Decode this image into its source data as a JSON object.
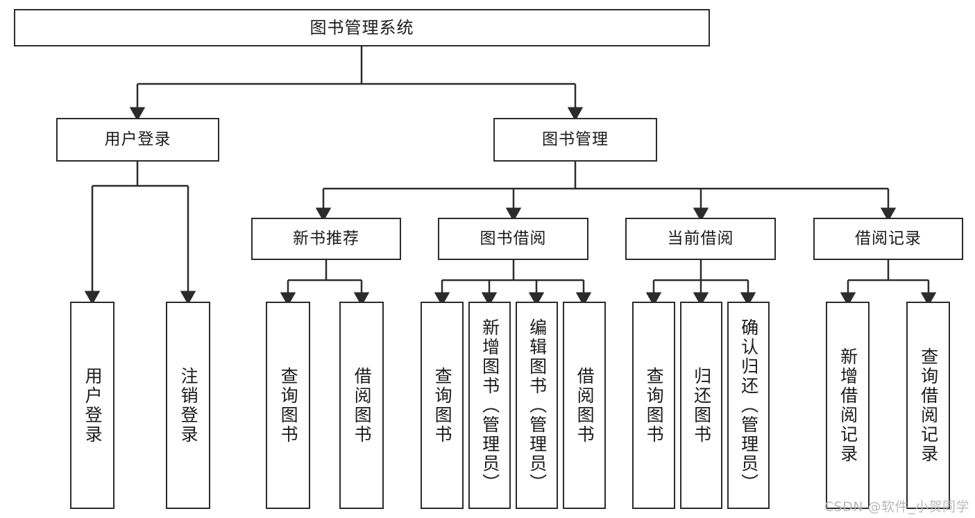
{
  "diagram": {
    "title": "图书管理系统",
    "type": "tree-hierarchy",
    "colors": {
      "stroke": "#2b2b2b",
      "fill": "#ffffff",
      "text": "#1a1a1a",
      "watermark": "#b9b9b9"
    },
    "root": {
      "label": "图书管理系统"
    },
    "level2": [
      {
        "id": "user-login",
        "label": "用户登录"
      },
      {
        "id": "book-management",
        "label": "图书管理"
      }
    ],
    "level3": [
      {
        "id": "new-book-recommend",
        "label": "新书推荐",
        "parent": "book-management"
      },
      {
        "id": "book-borrow",
        "label": "图书借阅",
        "parent": "book-management"
      },
      {
        "id": "current-borrow",
        "label": "当前借阅",
        "parent": "book-management"
      },
      {
        "id": "borrow-record",
        "label": "借阅记录",
        "parent": "book-management"
      }
    ],
    "leaves": [
      {
        "id": "leaf-user-login",
        "label": "用户登录",
        "parent": "user-login"
      },
      {
        "id": "leaf-logout",
        "label": "注销登录",
        "parent": "user-login"
      },
      {
        "id": "leaf-query-book-1",
        "label": "查询图书",
        "parent": "new-book-recommend"
      },
      {
        "id": "leaf-borrow-book-1",
        "label": "借阅图书",
        "parent": "new-book-recommend"
      },
      {
        "id": "leaf-query-book-2",
        "label": "查询图书",
        "parent": "book-borrow"
      },
      {
        "id": "leaf-add-book",
        "label": "新增图书（管理员）",
        "parent": "book-borrow"
      },
      {
        "id": "leaf-edit-book",
        "label": "编辑图书（管理员）",
        "parent": "book-borrow"
      },
      {
        "id": "leaf-borrow-book-2",
        "label": "借阅图书",
        "parent": "book-borrow"
      },
      {
        "id": "leaf-query-book-3",
        "label": "查询图书",
        "parent": "current-borrow"
      },
      {
        "id": "leaf-return-book",
        "label": "归还图书",
        "parent": "current-borrow"
      },
      {
        "id": "leaf-confirm-return",
        "label": "确认归还（管理员）",
        "parent": "current-borrow"
      },
      {
        "id": "leaf-add-record",
        "label": "新增借阅记录",
        "parent": "borrow-record"
      },
      {
        "id": "leaf-query-record",
        "label": "查询借阅记录",
        "parent": "borrow-record"
      }
    ],
    "watermark": "CSDN @软件_小贺同学"
  }
}
